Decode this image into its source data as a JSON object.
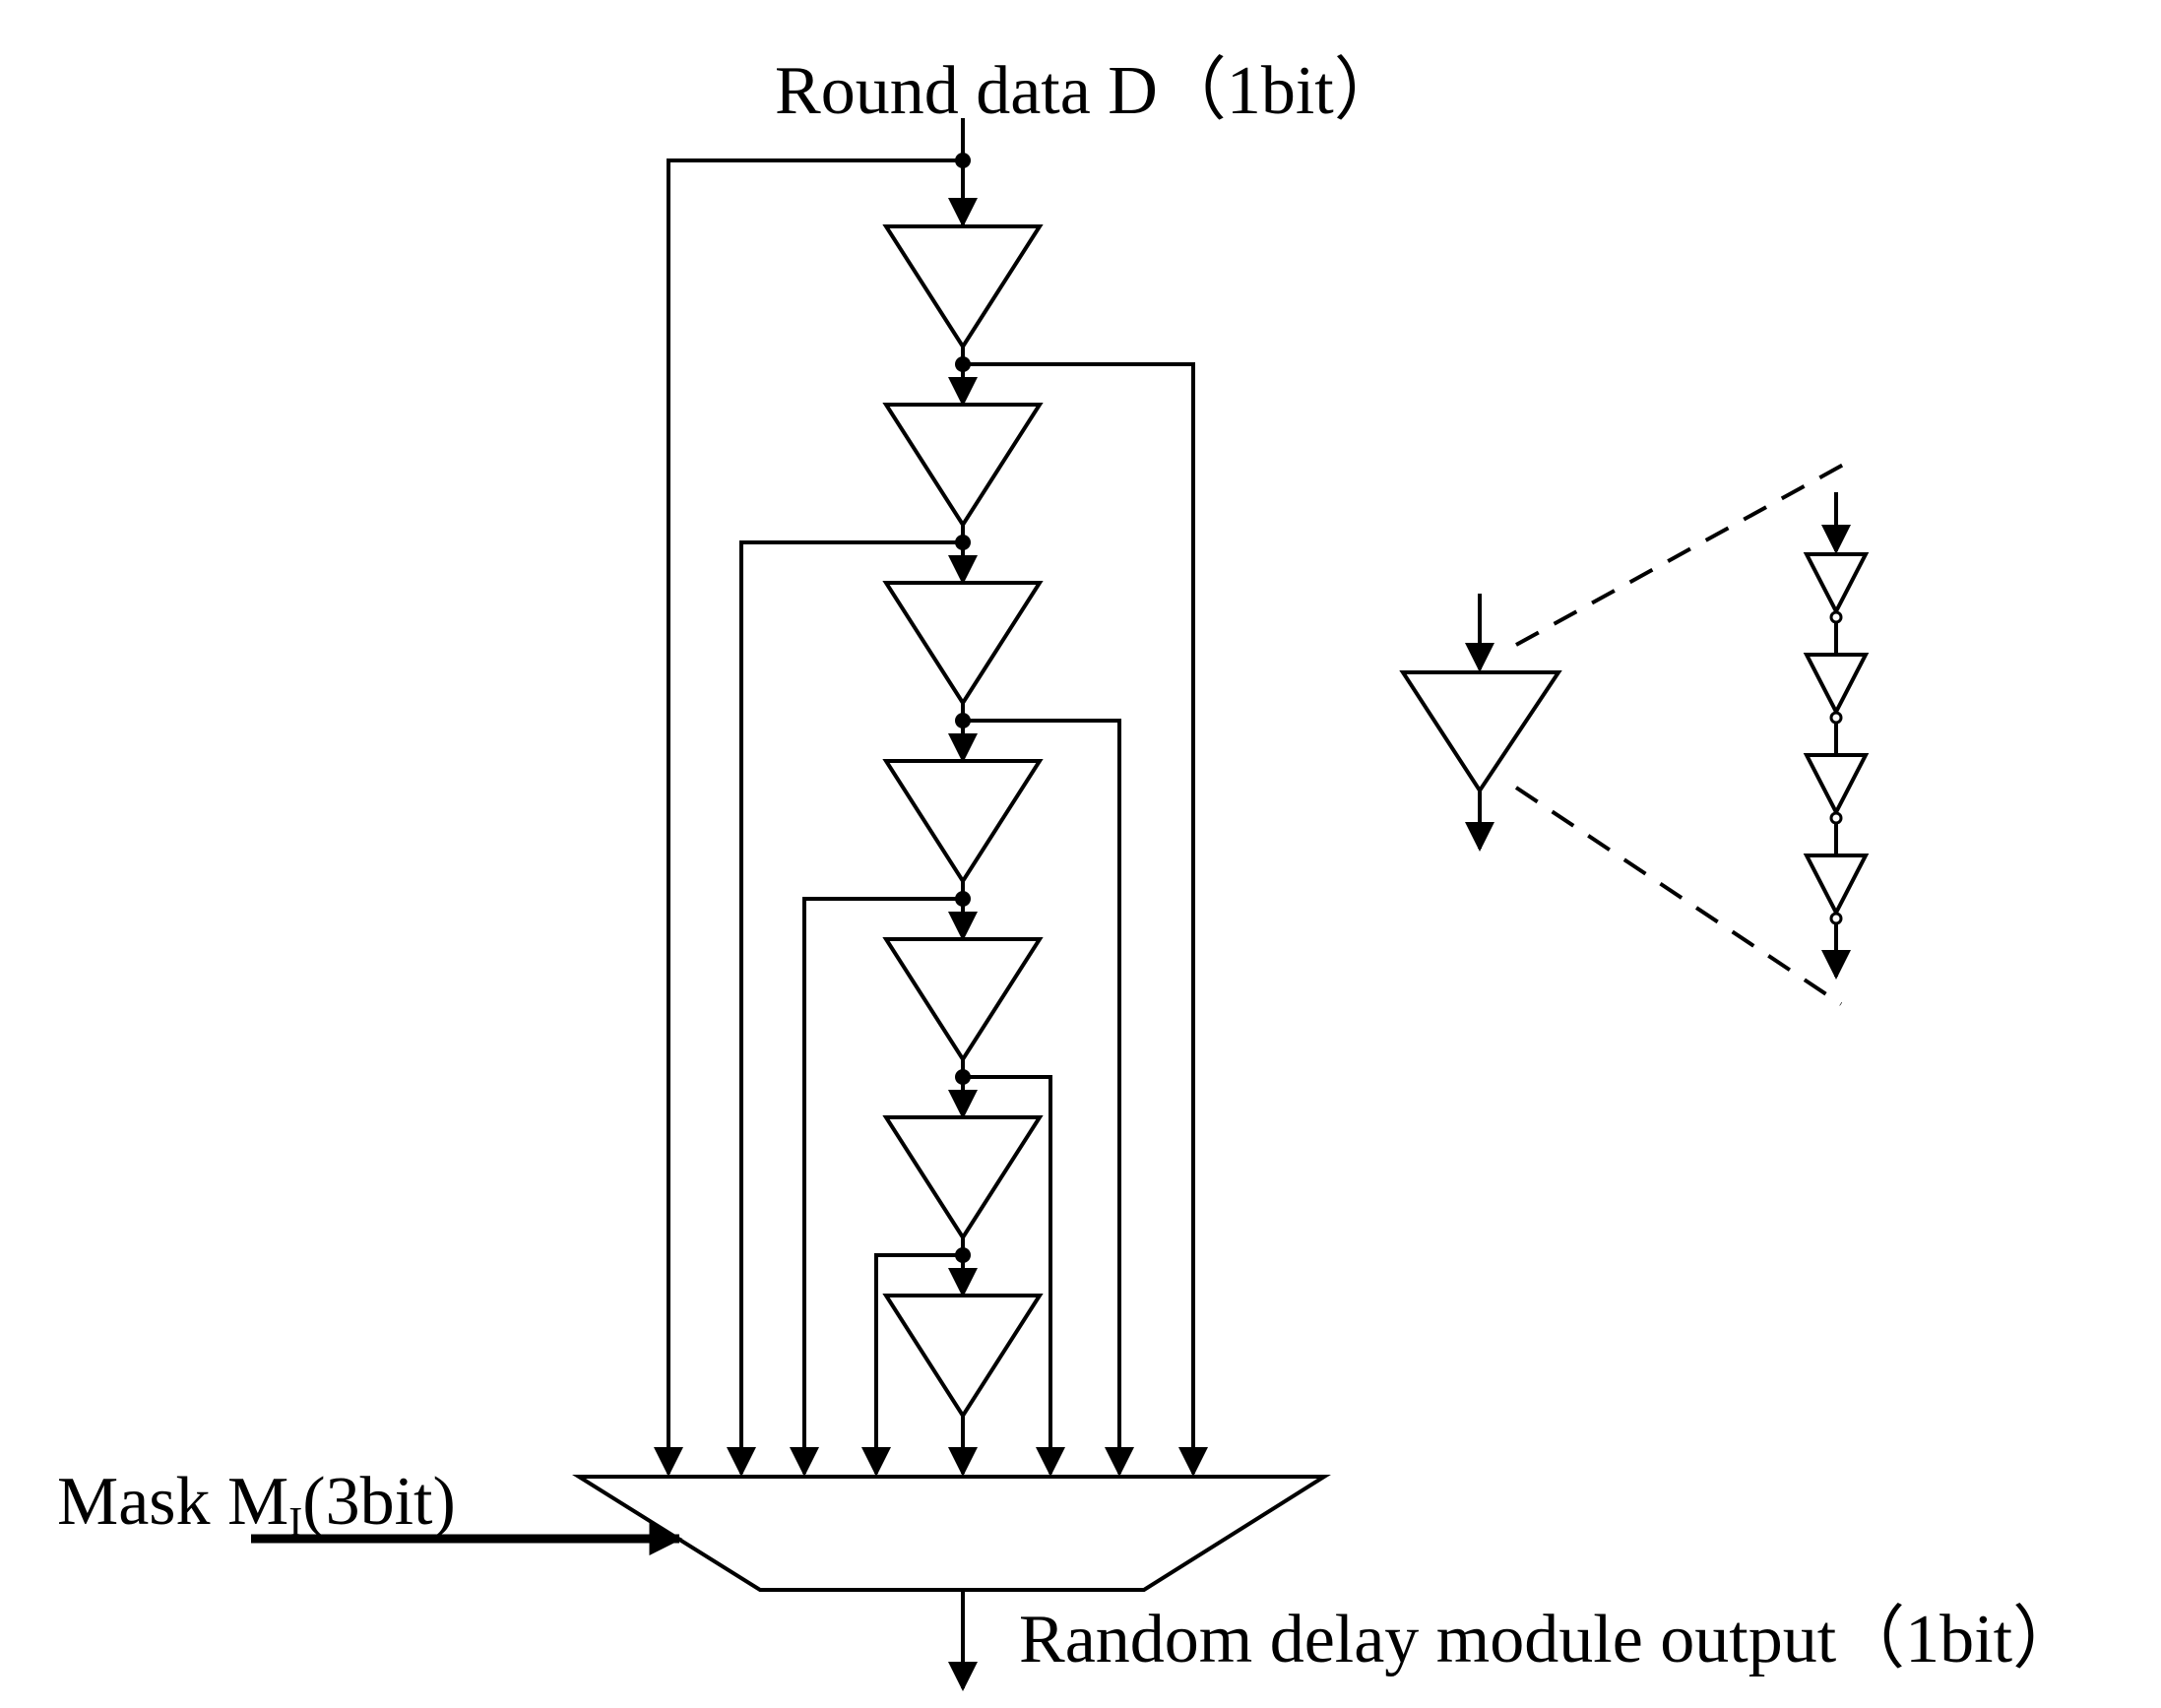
{
  "labels": {
    "top_input": "Round data D（1bit）",
    "mask_prefix": "Mask M",
    "mask_subscript": "I",
    "mask_suffix": "(3bit)",
    "output": "Random delay module output（1bit）"
  },
  "diagram": {
    "delay_stages": 7,
    "mux_inputs": 8,
    "detail_inverters": 4
  }
}
